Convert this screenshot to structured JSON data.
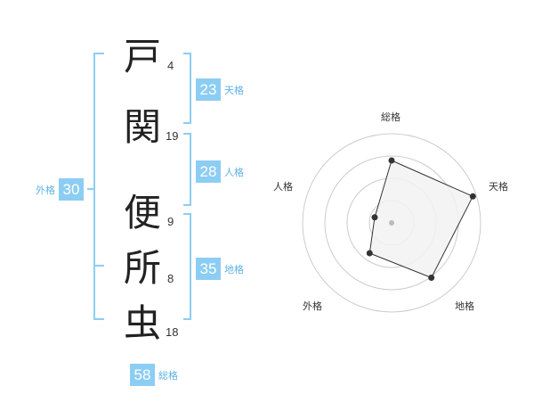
{
  "name": {
    "characters": [
      {
        "char": "戸",
        "strokes": "4"
      },
      {
        "char": "関",
        "strokes": "19"
      },
      {
        "char": "便",
        "strokes": "9"
      },
      {
        "char": "所",
        "strokes": "8"
      },
      {
        "char": "虫",
        "strokes": "18"
      }
    ]
  },
  "fortunes": {
    "tenkaku": {
      "value": "23",
      "label": "天格"
    },
    "jinkaku": {
      "value": "28",
      "label": "人格"
    },
    "chikaku": {
      "value": "35",
      "label": "地格"
    },
    "gaikaku": {
      "value": "30",
      "label": "外格"
    },
    "soukaku": {
      "value": "58",
      "label": "総格"
    }
  },
  "colors": {
    "bracket": "#8ccdf3",
    "badge": "#8ccdf3",
    "label": "#5fb2e6",
    "radar_fill": "#f2f2f2",
    "radar_line": "#333333",
    "ring": "#cccccc"
  },
  "chart_data": {
    "type": "radar",
    "axes": [
      "総格",
      "天格",
      "地格",
      "外格",
      "人格"
    ],
    "values": [
      3.5,
      4.8,
      3.8,
      2.1,
      1.0
    ],
    "rmax": 5,
    "rings": 4
  }
}
